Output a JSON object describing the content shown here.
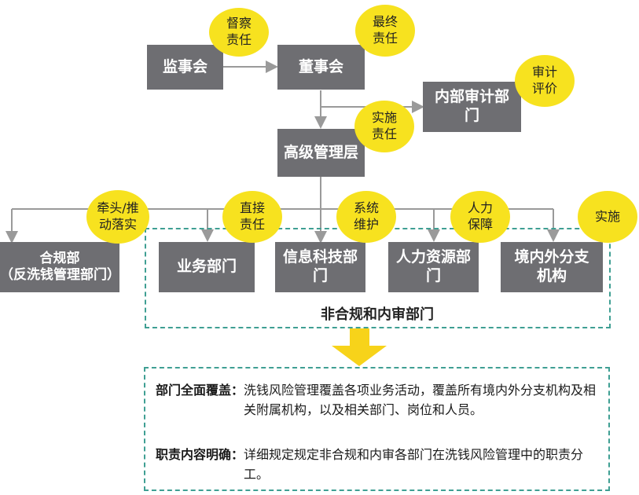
{
  "nodes": {
    "supervisory_board": "监事会",
    "board": "董事会",
    "internal_audit": "内部审计部门",
    "senior_mgmt": "高级管理层",
    "compliance": "合规部\n（反洗钱管理部门）",
    "business": "业务部门",
    "it": "信息科技部门",
    "hr": "人力资源部门",
    "branches": "境内外分支机构"
  },
  "tags": {
    "supervise": "督察责任",
    "final": "最终责任",
    "audit_eval": "审计评价",
    "implement": "实施责任",
    "lead": "牵头/推动落实",
    "direct": "直接责任",
    "system": "系统维护",
    "hr_guarantee": "人力保障",
    "execute": "实施"
  },
  "group_label": "非合规和内审部门",
  "info": {
    "row1_title": "部门全面覆盖：",
    "row1_text": "洗钱风险管理覆盖各项业务活动，覆盖所有境内外分支机构及相关附属机构，以及相关部门、岗位和人员。",
    "row2_title": "职责内容明确：",
    "row2_text": "详细规定规定非合规和内审各部门在洗钱风险管理中的职责分工。"
  },
  "colors": {
    "box": "#6e6e72",
    "circle": "#f7e21f",
    "dashed": "#3f9f93",
    "arrow": "#f7d31a",
    "line": "#9a9a9a"
  }
}
